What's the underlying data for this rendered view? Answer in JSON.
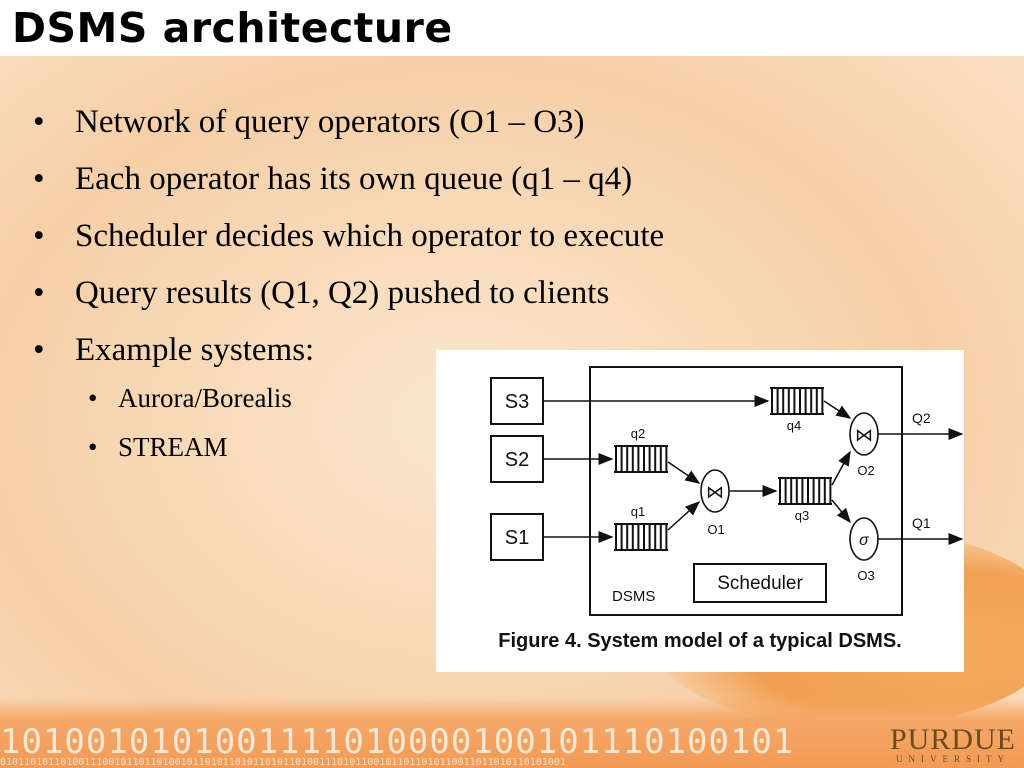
{
  "slide": {
    "title": "DSMS architecture",
    "bullets": [
      "Network of query operators (O1 – O3)",
      "Each operator has its own queue (q1 – q4)",
      "Scheduler decides which operator to execute",
      "Query results (Q1, Q2) pushed to clients",
      "Example systems:"
    ],
    "sub_bullets": [
      "Aurora/Borealis",
      "STREAM"
    ]
  },
  "figure": {
    "caption": "Figure 4. System model of a typical DSMS.",
    "sources": [
      "S3",
      "S2",
      "S1"
    ],
    "queues": [
      "q1",
      "q2",
      "q3",
      "q4"
    ],
    "operators": [
      "O1",
      "O2",
      "O3"
    ],
    "operator_symbols": {
      "join": "⋈",
      "select": "σ"
    },
    "outputs": [
      "Q1",
      "Q2"
    ],
    "dsms_label": "DSMS",
    "scheduler_label": "Scheduler"
  },
  "footer": {
    "binary_big": "1010010101001111010000100101110100101",
    "binary_small": "0101101011010011100101101101001011010110101101011010011101011001011011010110011011010110101001",
    "logo_main": "PURDUE",
    "logo_sub": "UNIVERSITY"
  },
  "colors": {
    "accent_orange": "#f29a55",
    "logo_brown": "#6b4a1e"
  }
}
